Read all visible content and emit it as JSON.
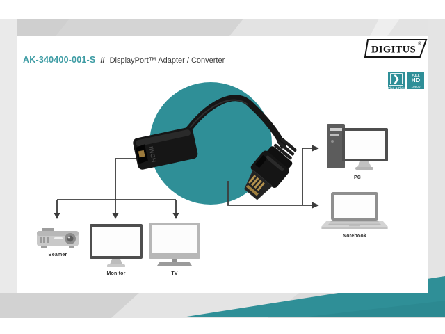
{
  "brand": {
    "name": "DIGITUS",
    "registered": "®"
  },
  "header": {
    "product_code": "AK-340400-001-S",
    "separator": "//",
    "title": "DisplayPort™ Adapter / Converter"
  },
  "badges": {
    "plug_play": {
      "symbol": "❯",
      "label": "Plug & Play"
    },
    "full_hd": {
      "top": "FULL",
      "mid": "HD",
      "bottom": "1080p"
    }
  },
  "product": {
    "connector_marking": "HDMI"
  },
  "devices": {
    "outputs": [
      {
        "label": "Beamer"
      },
      {
        "label": "Monitor"
      },
      {
        "label": "TV"
      }
    ],
    "sources": [
      {
        "label": "PC"
      },
      {
        "label": "Notebook"
      }
    ]
  },
  "colors": {
    "teal": "#2F8F97",
    "badge_teal": "#2F8F98",
    "code_teal": "#3E9CA4",
    "line": "#3B3B3B",
    "text_dark": "#3A3A3A"
  }
}
